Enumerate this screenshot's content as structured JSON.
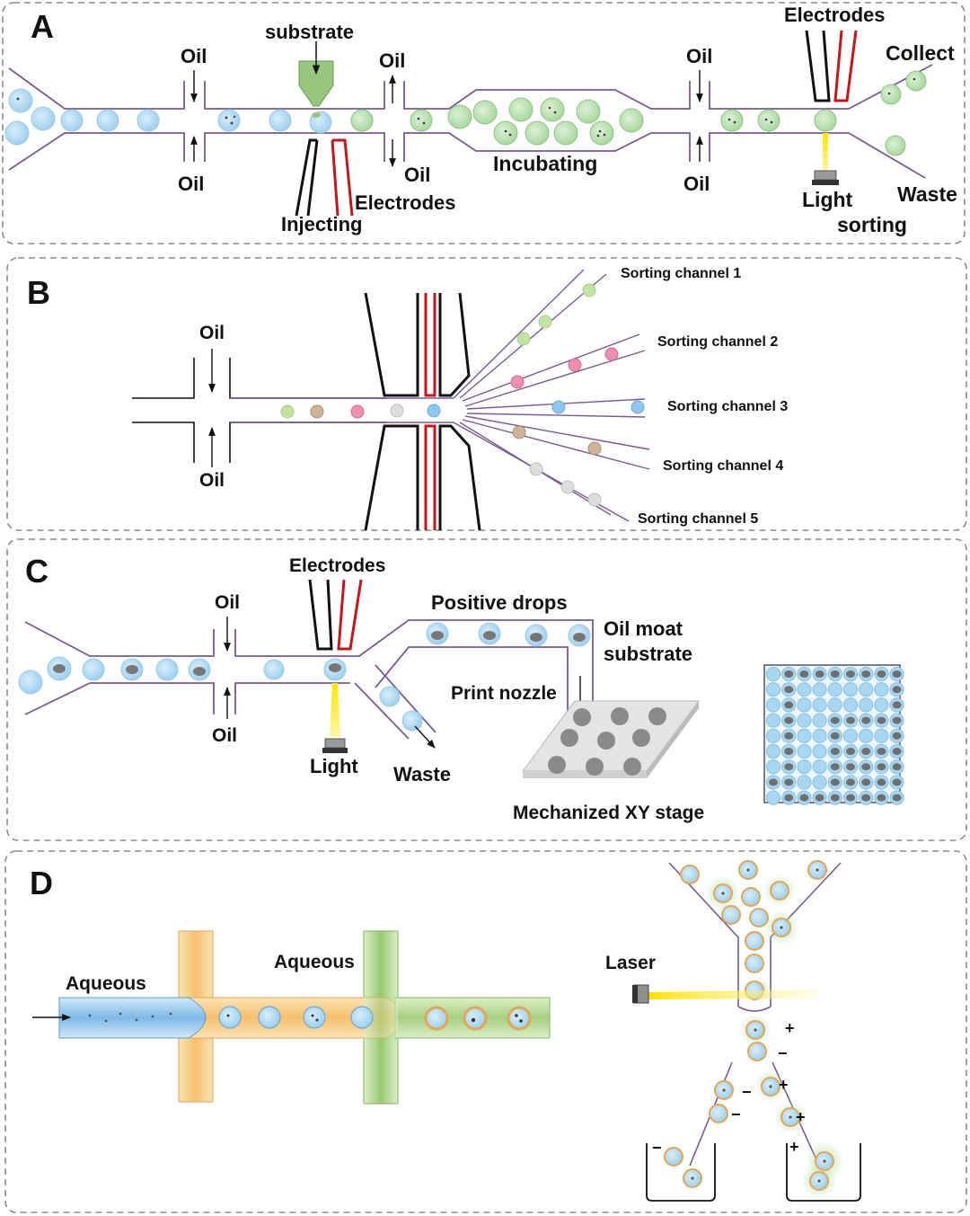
{
  "panels": {
    "a": {
      "letter": "A",
      "substrate": "substrate",
      "oil": "Oil",
      "injecting": "Injecting",
      "electrodes": "Electrodes",
      "incubating": "Incubating",
      "electrodes2": "Electrodes",
      "collect": "Collect",
      "waste": "Waste",
      "light": "Light",
      "sorting": "sorting"
    },
    "b": {
      "letter": "B",
      "oil": "Oil",
      "channels": [
        "Sorting channel 1",
        "Sorting channel 2",
        "Sorting channel 3",
        "Sorting channel 4",
        "Sorting channel 5"
      ]
    },
    "c": {
      "letter": "C",
      "electrodes": "Electrodes",
      "oil": "Oil",
      "positive_drops": "Positive drops",
      "oil_moat": "Oil moat",
      "substrate": "substrate",
      "print_nozzle": "Print nozzle",
      "light": "Light",
      "waste": "Waste",
      "stage": "Mechanized XY stage"
    },
    "d": {
      "letter": "D",
      "aqueous1": "Aqueous",
      "aqueous2": "Aqueous",
      "laser": "Laser",
      "plus": "+",
      "minus": "−"
    }
  },
  "colors": {
    "channel": "#7a5a92",
    "drop_blue": "#a9d6f1",
    "drop_green": "#b5e0ad",
    "electrode_red": "#c4161c",
    "drop_pink": "#ef8fb0",
    "drop_tan": "#cdb49a",
    "drop_gray": "#dedede",
    "orange": "#f6c97f",
    "green_tube": "#a9cf84",
    "blue_tube": "#8ec3ea"
  }
}
